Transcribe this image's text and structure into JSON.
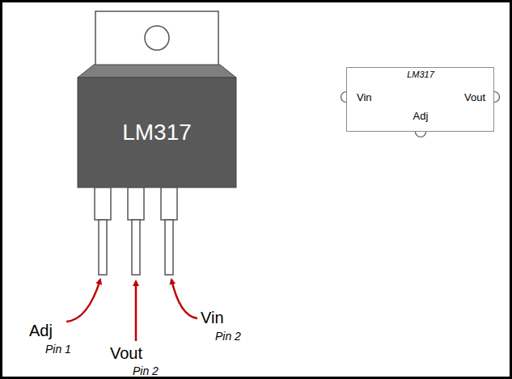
{
  "diagram": {
    "nodes": [
      {
        "text": [
          "LM317"
        ]
      },
      {
        "text": [
          "LM317",
          "Vin",
          "Vout",
          "Adj"
        ]
      }
    ],
    "labels": [
      "Adj",
      "Pin 1",
      "Vout",
      "Pin 2",
      "Vin",
      "Pin 2"
    ]
  }
}
